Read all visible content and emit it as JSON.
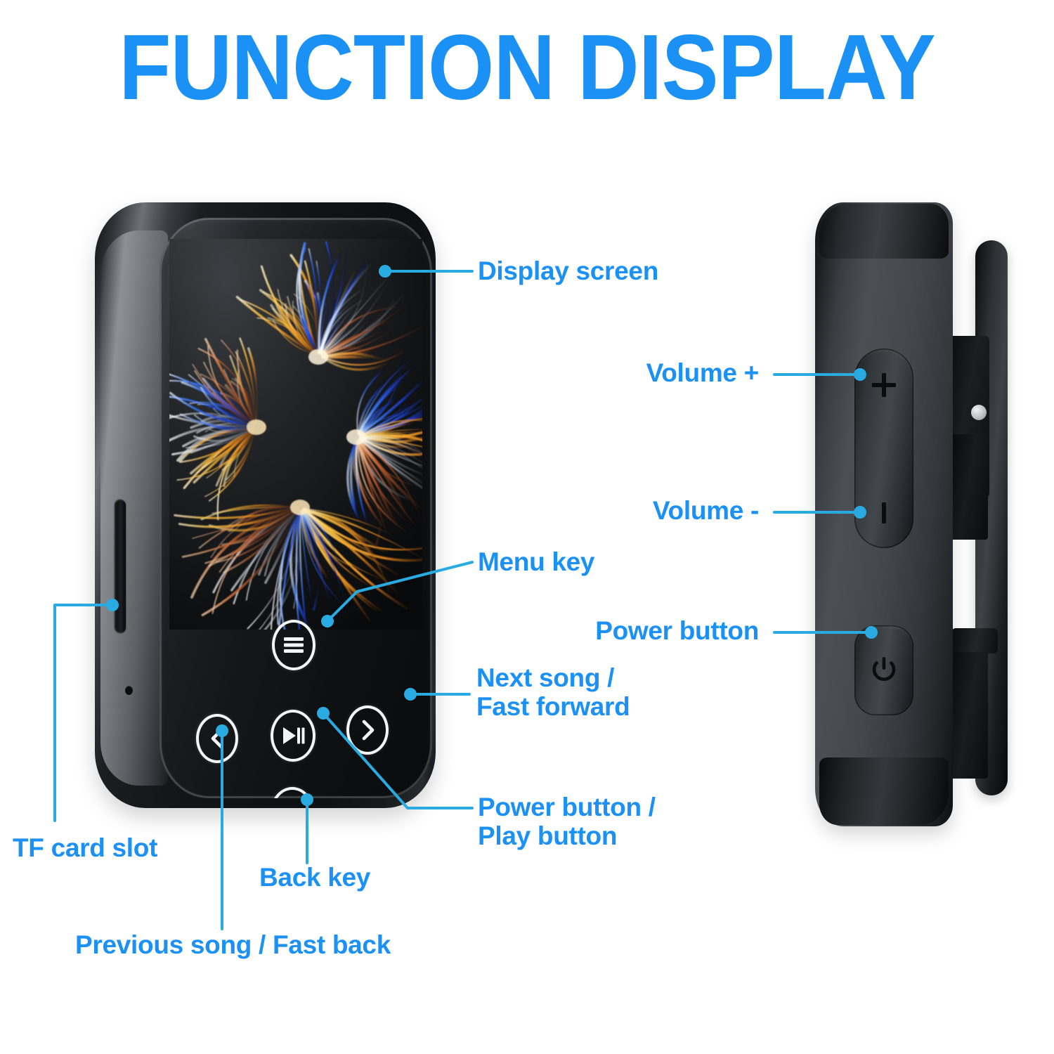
{
  "page": {
    "title": "FUNCTION DISPLAY",
    "background_color": "#FFFFFF",
    "accent_color": "#1B91F5",
    "leader_line_color": "#29ABE2"
  },
  "devices": {
    "front": {
      "name": "MP3 player front view",
      "screen_wallpaper": "abstract feather burst in gold and blue on black",
      "body_color": "#141618"
    },
    "side": {
      "name": "MP3 player side view with belt clip",
      "body_color": "#3B3F43"
    }
  },
  "callouts": [
    {
      "id": "display-screen",
      "label": "Display screen"
    },
    {
      "id": "menu-key",
      "label": "Menu key"
    },
    {
      "id": "next-song",
      "label": "Next song /\nFast forward"
    },
    {
      "id": "power-play",
      "label": "Power button /\nPlay button"
    },
    {
      "id": "back-key",
      "label": "Back key"
    },
    {
      "id": "previous-song",
      "label": "Previous song / Fast back"
    },
    {
      "id": "tf-card-slot",
      "label": "TF card slot"
    },
    {
      "id": "volume-up",
      "label": "Volume +"
    },
    {
      "id": "volume-down",
      "label": "Volume -"
    },
    {
      "id": "power-button",
      "label": "Power button"
    }
  ],
  "buttons": {
    "menu": {
      "icon": "hamburger-menu-icon"
    },
    "previous": {
      "icon": "chevron-left-icon"
    },
    "play": {
      "icon": "play-pause-icon"
    },
    "next": {
      "icon": "chevron-right-icon"
    },
    "back": {
      "icon": "return-arrow-icon"
    },
    "volume_up": {
      "icon": "plus-icon",
      "symbol": "+"
    },
    "volume_down": {
      "icon": "minus-icon",
      "symbol": "–"
    },
    "power": {
      "icon": "power-icon"
    }
  }
}
